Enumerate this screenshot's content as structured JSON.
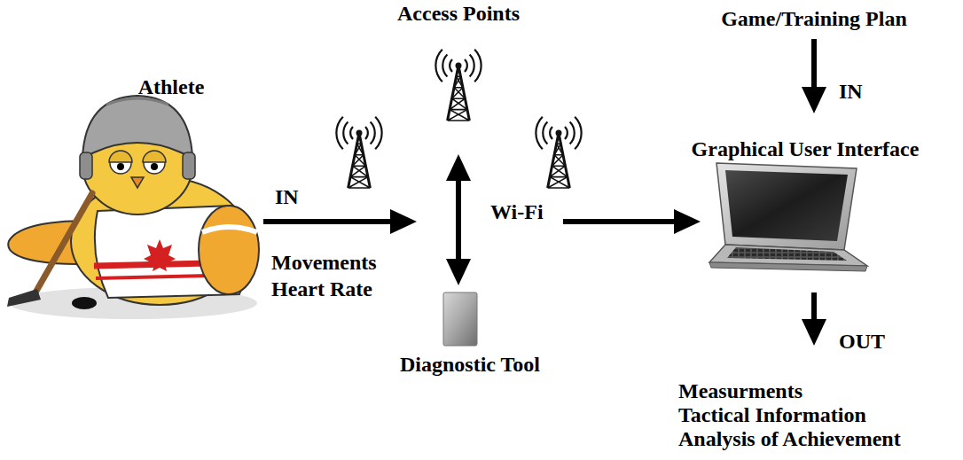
{
  "diagram": {
    "nodes": [
      {
        "text": [
          "Athlete"
        ]
      },
      {
        "text": [
          "Access Points"
        ]
      },
      {
        "text": [
          "Diagnostic Tool"
        ]
      },
      {
        "text": [
          "Game/Training Plan"
        ]
      },
      {
        "text": [
          "Graphical User Interface"
        ]
      },
      {
        "text": [
          "Measurments",
          "Tactical Information",
          "Analysis of Achievement"
        ]
      }
    ],
    "edges": [
      {
        "from": 0,
        "to": 1,
        "label": "IN",
        "arrow": "to"
      },
      {
        "from": 1,
        "to": 2,
        "arrow": "both"
      },
      {
        "from": 1,
        "to": 4,
        "label": "Wi-Fi",
        "arrow": "to"
      },
      {
        "from": 3,
        "to": 4,
        "label": "IN",
        "arrow": "to"
      },
      {
        "from": 4,
        "to": 5,
        "label": "OUT",
        "arrow": "to"
      }
    ],
    "labels": [
      "Movements",
      "Heart Rate"
    ]
  }
}
